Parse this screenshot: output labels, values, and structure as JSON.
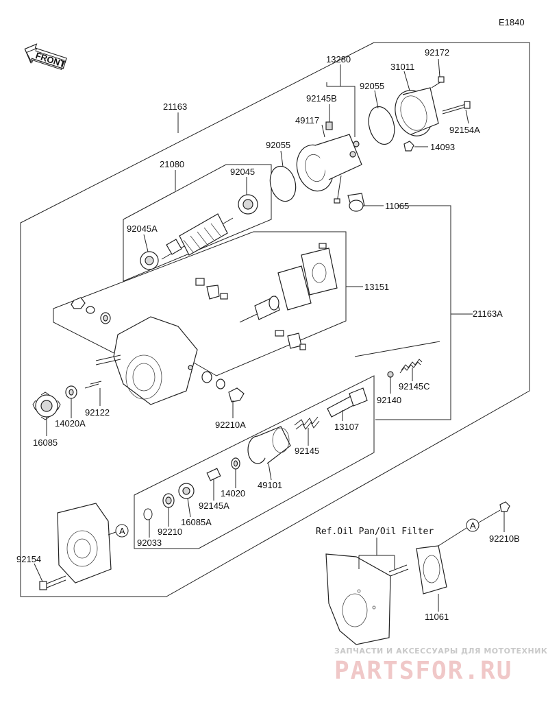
{
  "diagram_code": "E1840",
  "front_label": "FRONT",
  "reference_note": "Ref.Oil Pan/Oil Filter",
  "callout_letter": "A",
  "watermark": {
    "tagline": "ЗАПЧАСТИ И АКСЕССУАРЫ ДЛЯ МОТОТЕХНИКИ",
    "brand": "PARTSFOR.RU"
  },
  "parts": {
    "p21163": "21163",
    "p21163A": "21163A",
    "p21080": "21080",
    "p92045": "92045",
    "p92045A": "92045A",
    "p13280": "13280",
    "p92145B": "92145B",
    "p49117": "49117",
    "p92055a": "92055",
    "p92055b": "92055",
    "p31011": "31011",
    "p92172": "92172",
    "p92154A": "92154A",
    "p14093": "14093",
    "p11065": "11065",
    "p13151": "13151",
    "p92122": "92122",
    "p14020A": "14020A",
    "p16085": "16085",
    "p92210A": "92210A",
    "p92145C": "92145C",
    "p92140": "92140",
    "p13107": "13107",
    "p92145": "92145",
    "p49101": "49101",
    "p14020": "14020",
    "p92145A": "92145A",
    "p16085A": "16085A",
    "p92210": "92210",
    "p92033": "92033",
    "p92154": "92154",
    "p92210B": "92210B",
    "p11061": "11061"
  }
}
